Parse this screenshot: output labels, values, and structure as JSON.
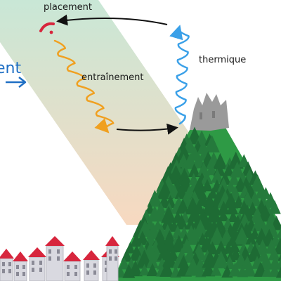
{
  "labels": {
    "placement": "placement",
    "entrainment": "entraînement",
    "thermal": "thermique",
    "wind_partial": "ent"
  },
  "colors": {
    "beam_top": "#bfe3cf",
    "beam_bottom": "#f6d2b5",
    "thermal_wave": "#3aa0e8",
    "entrainment_wave": "#f0a020",
    "placement_arc": "#d7263d",
    "arrow": "#111111",
    "wind_arrow": "#1f6fc4",
    "mountain": "#2e9a45",
    "forest": "#1e6b34",
    "castle": "#9a9a9a",
    "roof": "#d7263d",
    "house_wall": "#d9d9e0"
  },
  "icons": {
    "castle": "castle-icon",
    "trees": "tree-icon",
    "houses": "house-icon"
  }
}
